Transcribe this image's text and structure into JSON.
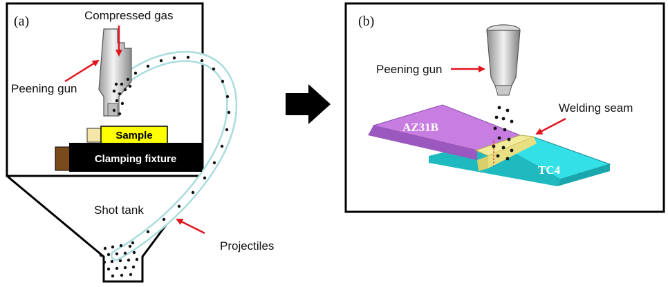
{
  "panel_a": {
    "tag": "(a)",
    "compressed_gas": "Compressed gas",
    "peening_gun": "Peening gun",
    "sample": "Sample",
    "clamping_fixture": "Clamping fixture",
    "shot_tank": "Shot tank",
    "projectiles": "Projectiles"
  },
  "panel_b": {
    "tag": "(b)",
    "peening_gun": "Peening gun",
    "welding_seam": "Welding seam",
    "plate_left": "AZ31B",
    "plate_right": "TC4"
  },
  "colors": {
    "arrow_red": "#e0141e",
    "sample_yellow": "#ffff00",
    "fixture_black": "#000000",
    "fixture_brown": "#7a4a1c",
    "az31b_purple": "#c77ee0",
    "tc4_cyan": "#33e0e6",
    "seam_yellow": "#f2eb9a",
    "hose_blue": "#a9dcdc"
  }
}
